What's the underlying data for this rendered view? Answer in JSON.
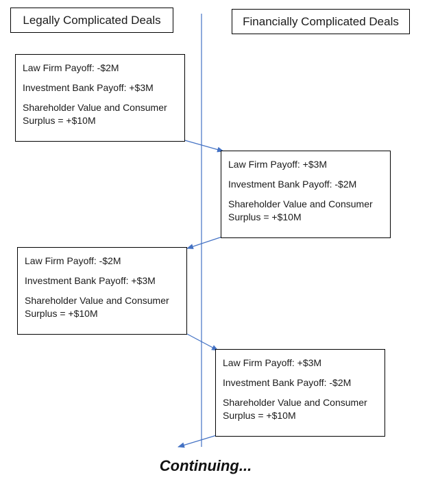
{
  "headers": {
    "left": "Legally Complicated Deals",
    "right": "Financially Complicated Deals"
  },
  "boxes": [
    {
      "law_firm": "Law Firm Payoff: -$2M",
      "investment_bank": "Investment Bank Payoff: +$3M",
      "shareholder_line1": "Shareholder Value and Consumer",
      "shareholder_line2": "Surplus = +$10M"
    },
    {
      "law_firm": "Law Firm Payoff: +$3M",
      "investment_bank": "Investment Bank Payoff: -$2M",
      "shareholder_line1": "Shareholder Value and Consumer",
      "shareholder_line2": "Surplus = +$10M"
    },
    {
      "law_firm": "Law Firm Payoff: -$2M",
      "investment_bank": "Investment Bank Payoff: +$3M",
      "shareholder_line1": "Shareholder Value and Consumer",
      "shareholder_line2": "Surplus = +$10M"
    },
    {
      "law_firm": "Law Firm Payoff: +$3M",
      "investment_bank": "Investment Bank Payoff: -$2M",
      "shareholder_line1": "Shareholder Value and Consumer",
      "shareholder_line2": "Surplus = +$10M"
    }
  ],
  "footer": "Continuing...",
  "colors": {
    "divider_line": "#4472c4",
    "arrow": "#4472c4",
    "box_border": "#000000"
  }
}
